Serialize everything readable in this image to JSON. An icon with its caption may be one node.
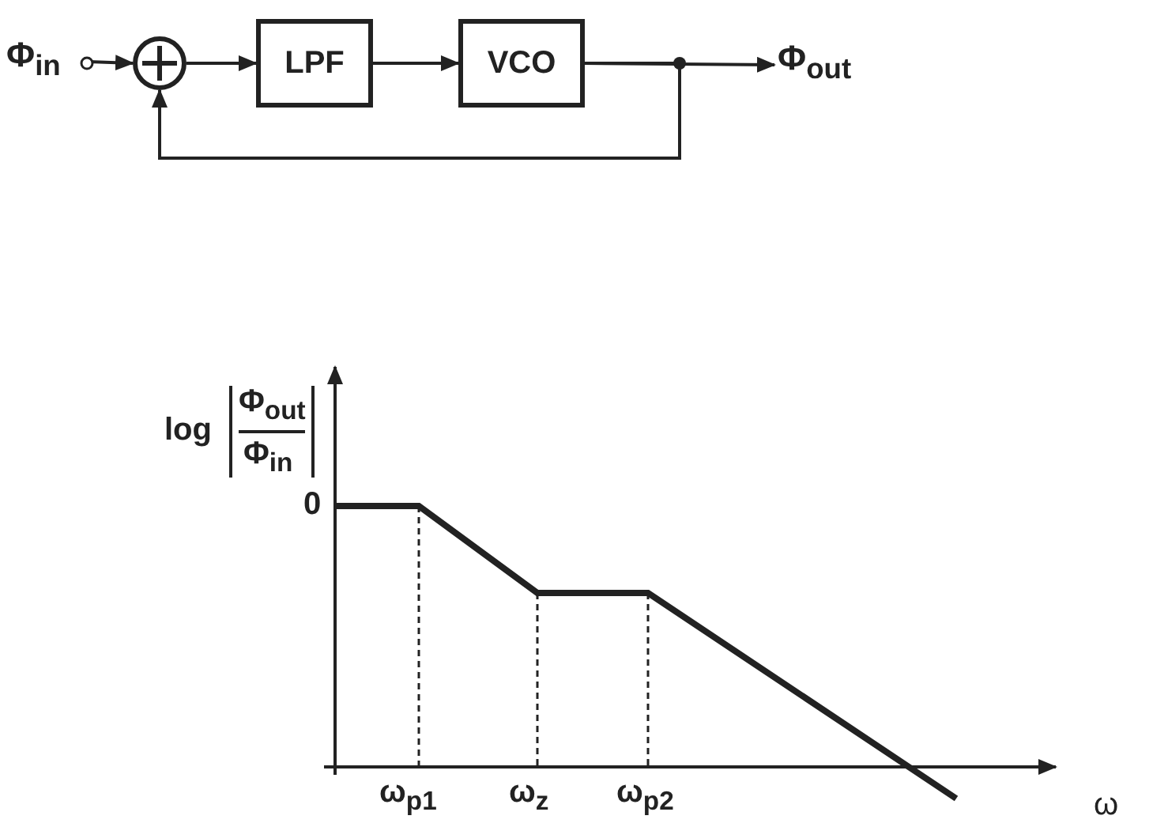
{
  "diagram": {
    "nodes": [
      {
        "text": [
          "Φ$_{in}$"
        ]
      },
      {
        "text": [],
        "shape": "circle"
      },
      {
        "text": [
          "LPF"
        ]
      },
      {
        "text": [
          "VCO"
        ]
      },
      {
        "text": [
          "Φ$_{out}$"
        ]
      }
    ],
    "edges": [
      {
        "from": 0,
        "to": 1,
        "arrow": "to"
      },
      {
        "from": 1,
        "to": 2,
        "arrow": "to"
      },
      {
        "from": 2,
        "to": 3,
        "arrow": "to"
      },
      {
        "from": 3,
        "to": 4,
        "arrow": "to"
      },
      {
        "from": 3,
        "to": 1,
        "arrow": "to"
      }
    ],
    "labels": [
      "log",
      "Φ$_{out}$",
      "Φ$_{in}$",
      "0",
      "ω$_{p1}$",
      "ω$_{z}$",
      "ω$_{p2}$",
      "ω"
    ]
  }
}
